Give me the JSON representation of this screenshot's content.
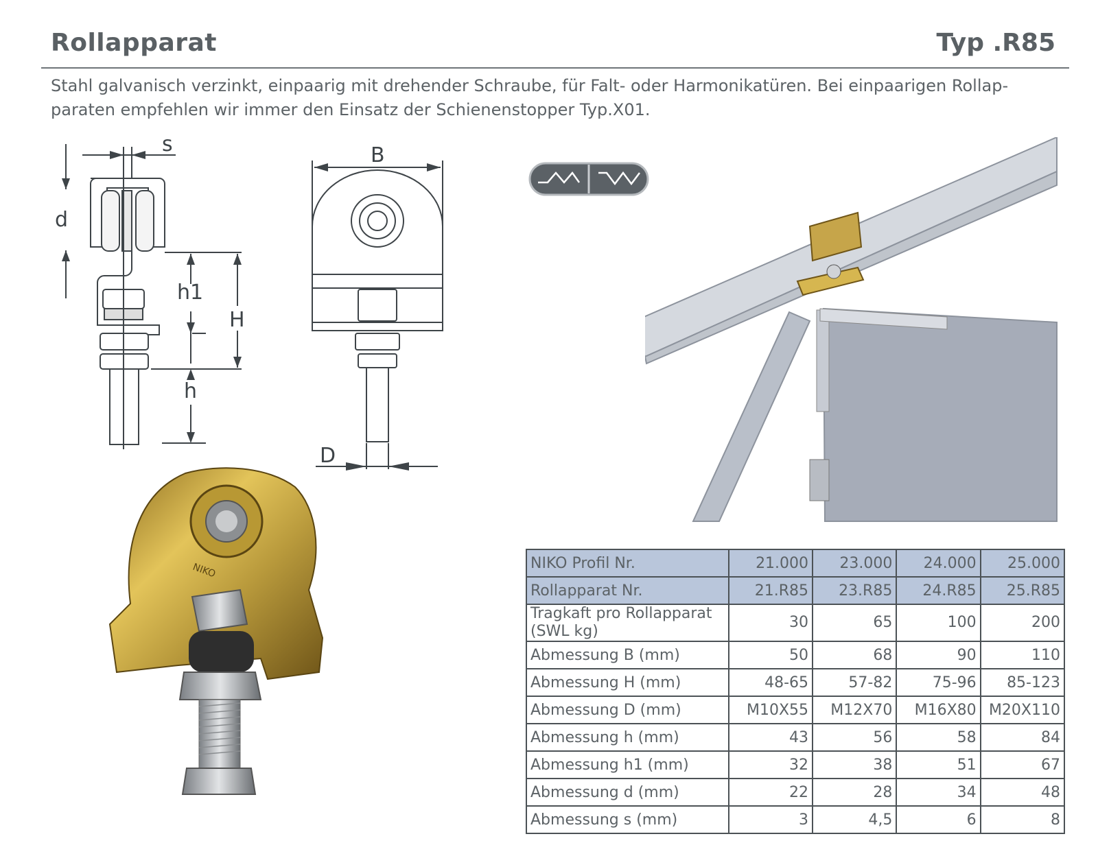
{
  "header": {
    "title": "Rollapparat",
    "type": "Typ .R85"
  },
  "intro": "Stahl galvanisch verzinkt, einpaarig mit drehender Schraube, für Falt- oder Harmonikatüren. Bei einpaarigen Rollap-paraten empfehlen wir immer den Einsatz der Schienenstopper Typ.X01.",
  "drawing_labels": {
    "s": "s",
    "d": "d",
    "h1": "h1",
    "H": "H",
    "h": "h",
    "B": "B",
    "D": "D"
  },
  "photo_logo": "NIKO",
  "colors": {
    "header_row": "#b9c6db",
    "border": "#4c5256",
    "text": "#5c6266"
  },
  "table": {
    "rows": [
      {
        "label": "NIKO Profil Nr.",
        "values": [
          "21.000",
          "23.000",
          "24.000",
          "25.000"
        ]
      },
      {
        "label": "Rollapparat Nr.",
        "values": [
          "21.R85",
          "23.R85",
          "24.R85",
          "25.R85"
        ]
      },
      {
        "label": "Tragkaft pro Rollapparat (SWL kg)",
        "values": [
          "30",
          "65",
          "100",
          "200"
        ]
      },
      {
        "label": "Abmessung B (mm)",
        "values": [
          "50",
          "68",
          "90",
          "110"
        ]
      },
      {
        "label": "Abmessung H (mm)",
        "values": [
          "48-65",
          "57-82",
          "75-96",
          "85-123"
        ]
      },
      {
        "label": "Abmessung D (mm)",
        "values": [
          "M10X55",
          "M12X70",
          "M16X80",
          "M20X110"
        ]
      },
      {
        "label": "Abmessung h (mm)",
        "values": [
          "43",
          "56",
          "58",
          "84"
        ]
      },
      {
        "label": "Abmessung h1 (mm)",
        "values": [
          "32",
          "38",
          "51",
          "67"
        ]
      },
      {
        "label": "Abmessung d (mm)",
        "values": [
          "22",
          "28",
          "34",
          "48"
        ]
      },
      {
        "label": "Abmessung s (mm)",
        "values": [
          "3",
          "4,5",
          "6",
          "8"
        ]
      }
    ]
  }
}
